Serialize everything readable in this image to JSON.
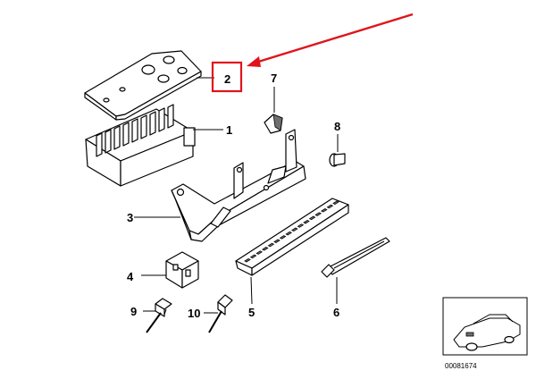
{
  "callouts": [
    {
      "id": "1",
      "label": "1"
    },
    {
      "id": "2",
      "label": "2"
    },
    {
      "id": "3",
      "label": "3"
    },
    {
      "id": "4",
      "label": "4"
    },
    {
      "id": "5",
      "label": "5"
    },
    {
      "id": "6",
      "label": "6"
    },
    {
      "id": "7",
      "label": "7"
    },
    {
      "id": "8",
      "label": "8"
    },
    {
      "id": "9",
      "label": "9"
    },
    {
      "id": "10",
      "label": "10"
    }
  ],
  "highlight": {
    "target": "2",
    "color": "#e0141b"
  },
  "thumbnail": {
    "code": "00081674"
  }
}
